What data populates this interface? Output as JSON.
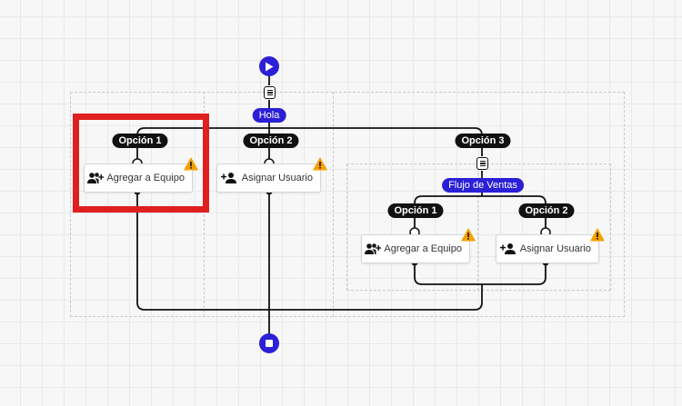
{
  "flow": {
    "start_icon": "play-icon",
    "end_icon": "stop-icon",
    "root_label": "Hola",
    "options": [
      {
        "label": "Opción 1",
        "node_label": "Agregar a Equipo",
        "node_icon": "add-group-icon",
        "warning": true
      },
      {
        "label": "Opción 2",
        "node_label": "Asignar Usuario",
        "node_icon": "add-user-icon",
        "warning": true
      },
      {
        "label": "Opción 3"
      }
    ],
    "subflow": {
      "label": "Flujo de Ventas",
      "options": [
        {
          "label": "Opción 1",
          "node_label": "Agregar a Equipo",
          "node_icon": "add-group-icon",
          "warning": true
        },
        {
          "label": "Opción 2",
          "node_label": "Asignar Usuario",
          "node_icon": "add-user-icon",
          "warning": true
        }
      ]
    }
  },
  "colors": {
    "accent": "#2b20d6",
    "pill_dark": "#111111",
    "warning": "#f5a000",
    "highlight": "#e02020"
  }
}
